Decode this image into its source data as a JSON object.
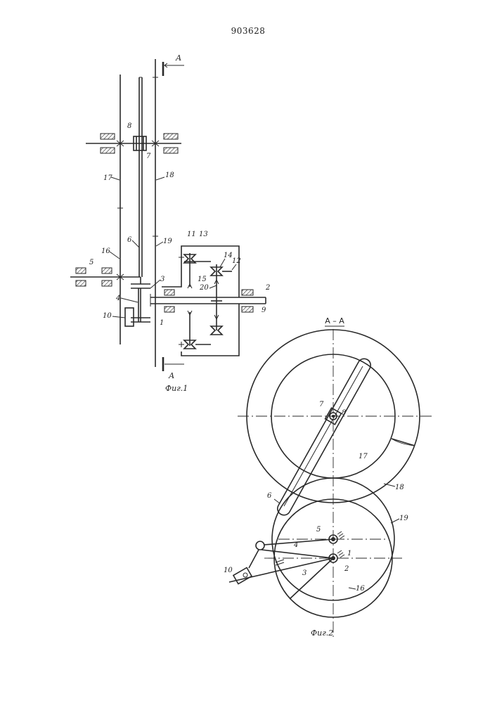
{
  "document": {
    "patent_number": "903628"
  },
  "fig1": {
    "caption": "Фиг.1",
    "section_mark_top": "А",
    "section_mark_bottom": "А",
    "labels": {
      "l1": "1",
      "l2": "2",
      "l3": "3",
      "l4": "4",
      "l5": "5",
      "l6": "6",
      "l7": "7",
      "l8": "8",
      "l9": "9",
      "l10": "10",
      "l11": "11",
      "l12": "12",
      "l13": "13",
      "l14": "14",
      "l15": "15",
      "l16": "16",
      "l17": "17",
      "l18": "18",
      "l19": "19",
      "l20": "20"
    }
  },
  "fig2": {
    "caption": "Фиг.2",
    "section_title": "А – А",
    "labels": {
      "l1": "1",
      "l2": "2",
      "l3": "3",
      "l4": "4",
      "l5": "5",
      "l6": "6",
      "l7": "7",
      "l8": "8",
      "l10": "10",
      "l16": "16",
      "l17": "17",
      "l18": "18",
      "l19": "19"
    }
  }
}
